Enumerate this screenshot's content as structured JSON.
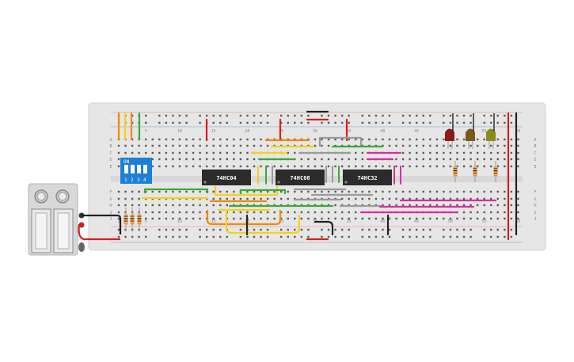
{
  "breadboard": {
    "column_numbers": [
      "1",
      "5",
      "10",
      "15",
      "20",
      "25",
      "30",
      "35",
      "40",
      "45",
      "50",
      "55",
      "60"
    ],
    "row_letters_top": [
      "A",
      "B",
      "C",
      "D",
      "E"
    ],
    "row_letters_bottom": [
      "F",
      "G",
      "H",
      "I",
      "J"
    ]
  },
  "dip_switch": {
    "on_label": "ON",
    "numbers": [
      "1",
      "2",
      "3",
      "4"
    ]
  },
  "chips": [
    {
      "label": "74HC04"
    },
    {
      "label": "74HC08"
    },
    {
      "label": "74HC32"
    }
  ],
  "leds": [
    {
      "color": "#8b1a1a"
    },
    {
      "color": "#7a5a1a"
    },
    {
      "color": "#8a8a1a"
    }
  ],
  "colors": {
    "board": "#e6e6e6",
    "hole": "#5a5a5a",
    "rail_red": "#d83030",
    "rail_blue": "#2a2a2a",
    "wire_red": "#d42020",
    "wire_black": "#222222",
    "wire_orange": "#f08a00",
    "wire_yellow": "#f2d21a",
    "wire_green": "#3aaa35",
    "wire_gray": "#9a9a9a",
    "wire_magenta": "#d6309a",
    "switch_blue": "#1e7fd6",
    "chip": "#2b2b2b"
  }
}
